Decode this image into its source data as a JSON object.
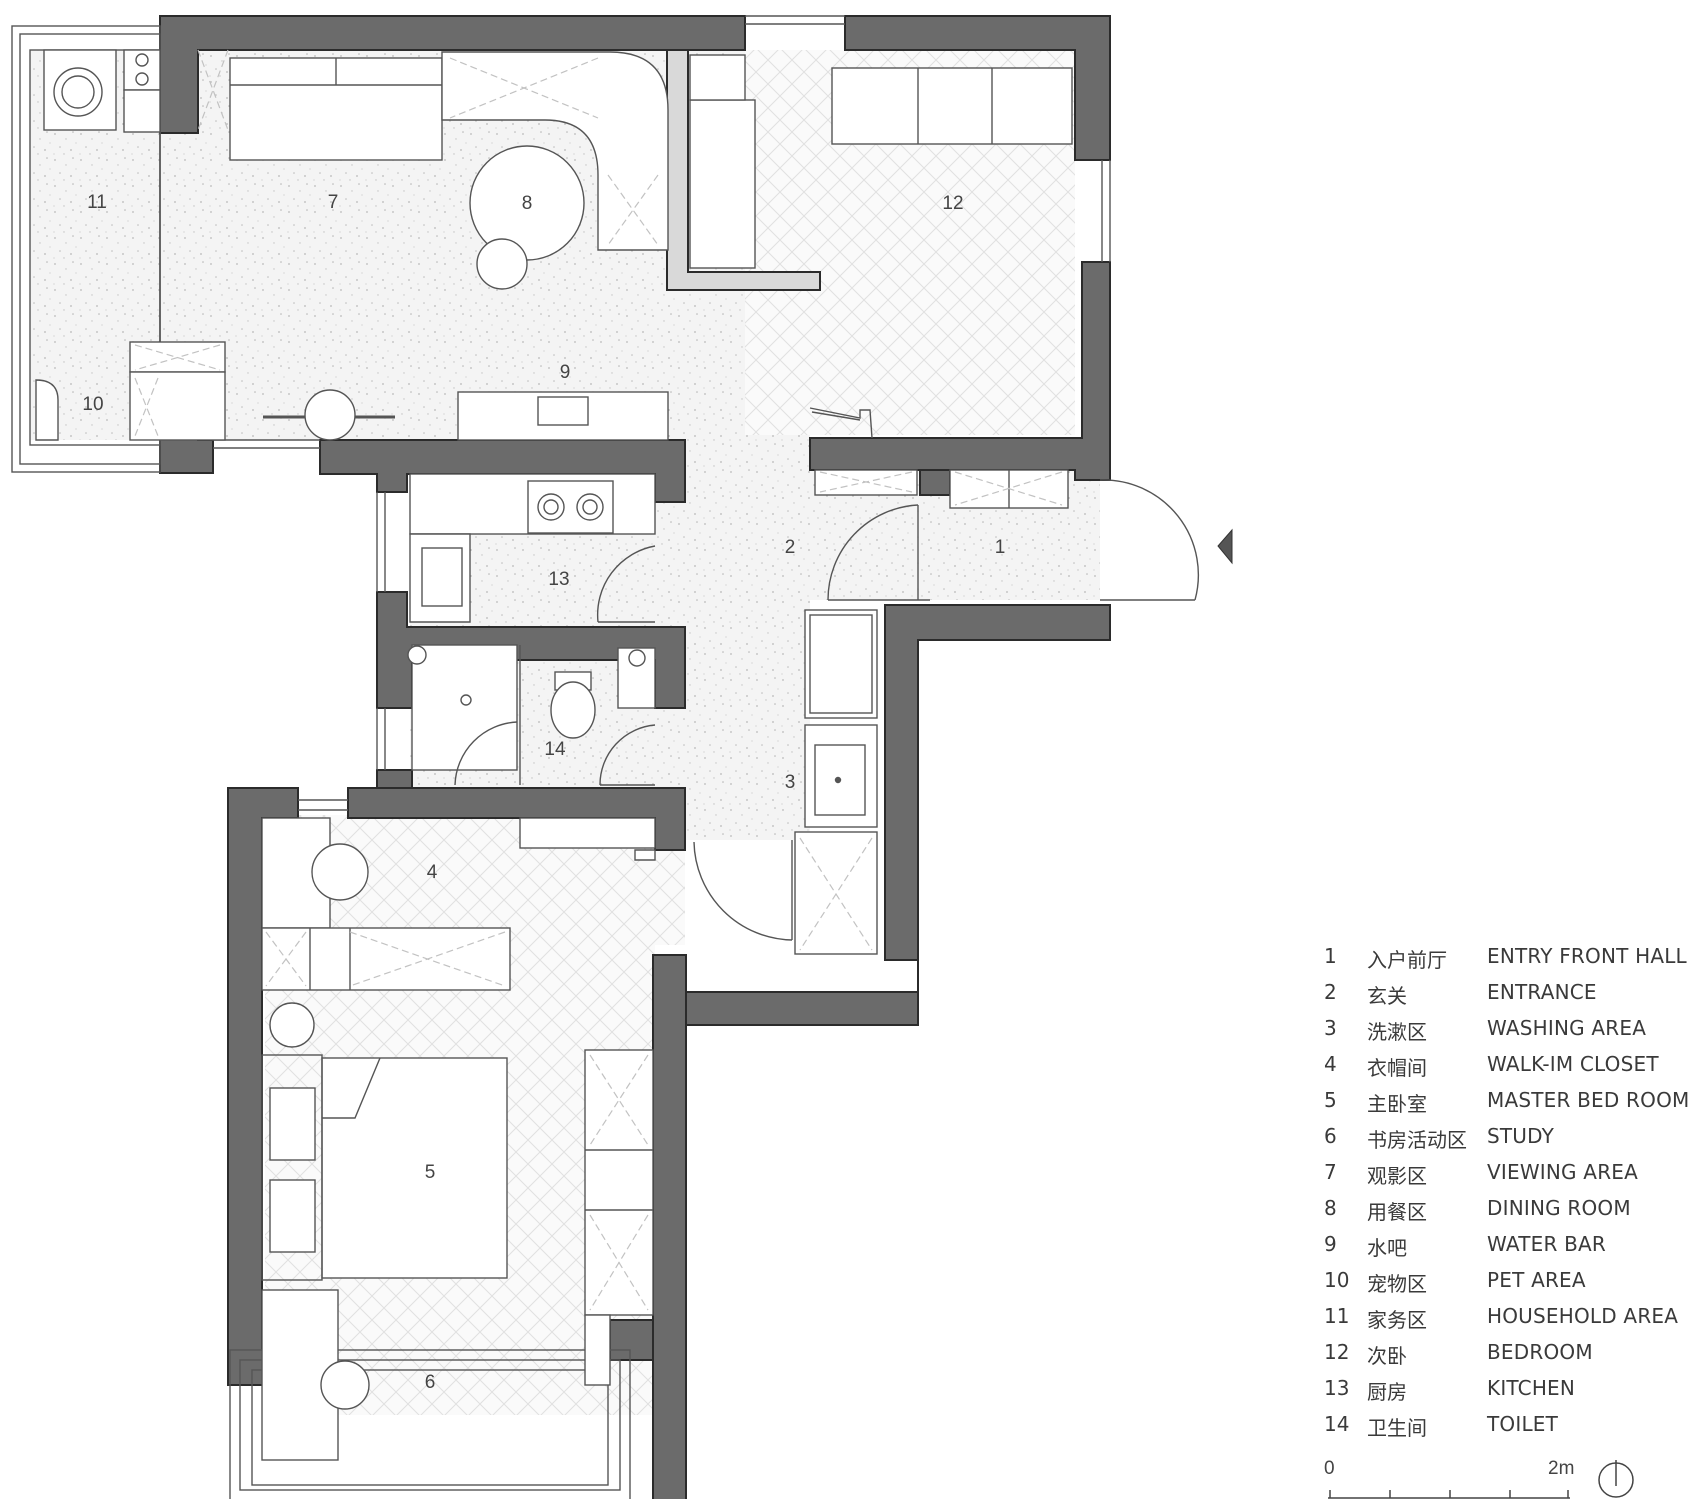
{
  "rooms": [
    {
      "no": "1",
      "cn": "入户前厅",
      "en": "ENTRY FRONT HALL"
    },
    {
      "no": "2",
      "cn": "玄关",
      "en": "ENTRANCE"
    },
    {
      "no": "3",
      "cn": "洗漱区",
      "en": "WASHING AREA"
    },
    {
      "no": "4",
      "cn": "衣帽间",
      "en": "WALK-IM CLOSET"
    },
    {
      "no": "5",
      "cn": "主卧室",
      "en": "MASTER BED ROOM"
    },
    {
      "no": "6",
      "cn": "书房活动区",
      "en": "STUDY"
    },
    {
      "no": "7",
      "cn": "观影区",
      "en": "VIEWING AREA"
    },
    {
      "no": "8",
      "cn": "用餐区",
      "en": "DINING ROOM"
    },
    {
      "no": "9",
      "cn": "水吧",
      "en": "WATER BAR"
    },
    {
      "no": "10",
      "cn": "宠物区",
      "en": "PET AREA"
    },
    {
      "no": "11",
      "cn": "家务区",
      "en": "HOUSEHOLD AREA"
    },
    {
      "no": "12",
      "cn": "次卧",
      "en": "BEDROOM"
    },
    {
      "no": "13",
      "cn": "厨房",
      "en": "KITCHEN"
    },
    {
      "no": "14",
      "cn": "卫生间",
      "en": "TOILET"
    }
  ],
  "scale": {
    "start": "0",
    "end": "2m"
  },
  "colors": {
    "wall": "#6b6b6b",
    "wall_edge": "#2b2b2b",
    "floor_terrazzo": "#f3f3f3",
    "floor_herringbone": "#f7f7f7",
    "line": "#555555",
    "light_line": "#bdbdbd"
  },
  "icons": [
    "entrance-arrow-icon",
    "north-arrow-icon",
    "washing-machine-icon",
    "sink-icon",
    "stove-icon",
    "toilet-icon",
    "bed-icon",
    "chair-icon"
  ]
}
